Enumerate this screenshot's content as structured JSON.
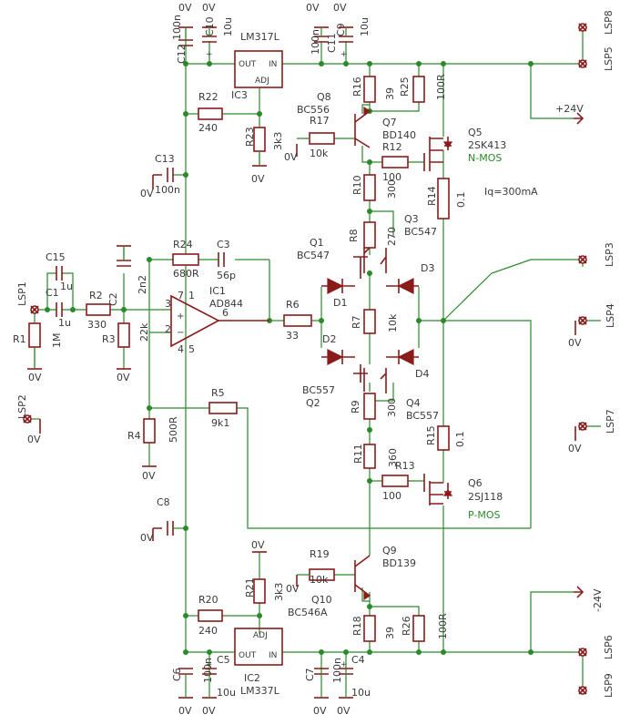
{
  "labels": {
    "ic1": "IC1",
    "ic1_part": "AD844",
    "ic2": "IC2",
    "ic2_part": "LM337L",
    "ic3": "IC3",
    "ic3_part": "LM317L",
    "reg_out": "OUT",
    "reg_in": "IN",
    "reg_adj": "ADJ",
    "pin1": "1",
    "pin2": "2",
    "pin3": "3",
    "pin4": "4",
    "pin5": "5",
    "pin6": "6",
    "pin7": "7",
    "zero_volt": "0V",
    "supply_pos": "+24V",
    "supply_neg": "-24V",
    "iq": "Iq=300mA",
    "n_mos": "N-MOS",
    "p_mos": "P-MOS",
    "lsp1": "LSP1",
    "lsp2": "LSP2",
    "lsp3": "LSP3",
    "lsp4": "LSP4",
    "lsp5": "LSP5",
    "lsp6": "LSP6",
    "lsp7": "LSP7",
    "lsp8": "LSP8",
    "lsp9": "LSP9"
  },
  "resistors": {
    "r1": {
      "name": "R1",
      "value": "1M"
    },
    "r2": {
      "name": "R2",
      "value": "330"
    },
    "r3": {
      "name": "R3",
      "value": "22k"
    },
    "r4": {
      "name": "R4",
      "value": "500R"
    },
    "r5": {
      "name": "R5",
      "value": "9k1"
    },
    "r6": {
      "name": "R6",
      "value": "33"
    },
    "r7": {
      "name": "R7",
      "value": "10k"
    },
    "r8": {
      "name": "R8",
      "value": "270"
    },
    "r9": {
      "name": "R9",
      "value": "300"
    },
    "r10": {
      "name": "R10",
      "value": "300"
    },
    "r11": {
      "name": "R11",
      "value": "360"
    },
    "r12": {
      "name": "R12",
      "value": "100"
    },
    "r13": {
      "name": "R13",
      "value": "100"
    },
    "r14": {
      "name": "R14",
      "value": "0.1"
    },
    "r15": {
      "name": "R15",
      "value": "0.1"
    },
    "r16": {
      "name": "R16",
      "value": "39"
    },
    "r17": {
      "name": "R17",
      "value": "10k"
    },
    "r18": {
      "name": "R18",
      "value": "39"
    },
    "r19": {
      "name": "R19",
      "value": "10k"
    },
    "r20": {
      "name": "R20",
      "value": "240"
    },
    "r21": {
      "name": "R21",
      "value": "3k3"
    },
    "r22": {
      "name": "R22",
      "value": "240"
    },
    "r23": {
      "name": "R23",
      "value": "3k3"
    },
    "r24": {
      "name": "R24",
      "value": "680R"
    },
    "r25": {
      "name": "R25",
      "value": "100R"
    },
    "r26": {
      "name": "R26",
      "value": "100R"
    }
  },
  "capacitors": {
    "c1": {
      "name": "C1",
      "value": "1u"
    },
    "c2": {
      "name": "C2",
      "value": "2n2"
    },
    "c3": {
      "name": "C3",
      "value": "56p"
    },
    "c4": {
      "name": "C4",
      "value": "10u"
    },
    "c5": {
      "name": "C5",
      "value": "10u"
    },
    "c6": {
      "name": "C6",
      "value": "100n"
    },
    "c7": {
      "name": "C7",
      "value": "100n"
    },
    "c8": {
      "name": "C8",
      "value": ""
    },
    "c9": {
      "name": "C9",
      "value": "10u"
    },
    "c10": {
      "name": "C10",
      "value": "10u"
    },
    "c11": {
      "name": "C11",
      "value": "100n"
    },
    "c12": {
      "name": "C12",
      "value": "100n"
    },
    "c13": {
      "name": "C13",
      "value": "100n"
    },
    "c15": {
      "name": "C15",
      "value": "1u"
    }
  },
  "transistors": {
    "q1": {
      "name": "Q1",
      "part": "BC547"
    },
    "q2": {
      "name": "Q2",
      "part": "BC557"
    },
    "q3": {
      "name": "Q3",
      "part": "BC547"
    },
    "q4": {
      "name": "Q4",
      "part": "BC557"
    },
    "q5": {
      "name": "Q5",
      "part": "2SK413"
    },
    "q6": {
      "name": "Q6",
      "part": "2SJ118"
    },
    "q7": {
      "name": "Q7",
      "part": "BD140"
    },
    "q8": {
      "name": "Q8",
      "part": "BC556"
    },
    "q9": {
      "name": "Q9",
      "part": "BD139"
    },
    "q10": {
      "name": "Q10",
      "part": "BC546A"
    }
  },
  "diodes": {
    "d1": "D1",
    "d2": "D2",
    "d3": "D3",
    "d4": "D4"
  }
}
